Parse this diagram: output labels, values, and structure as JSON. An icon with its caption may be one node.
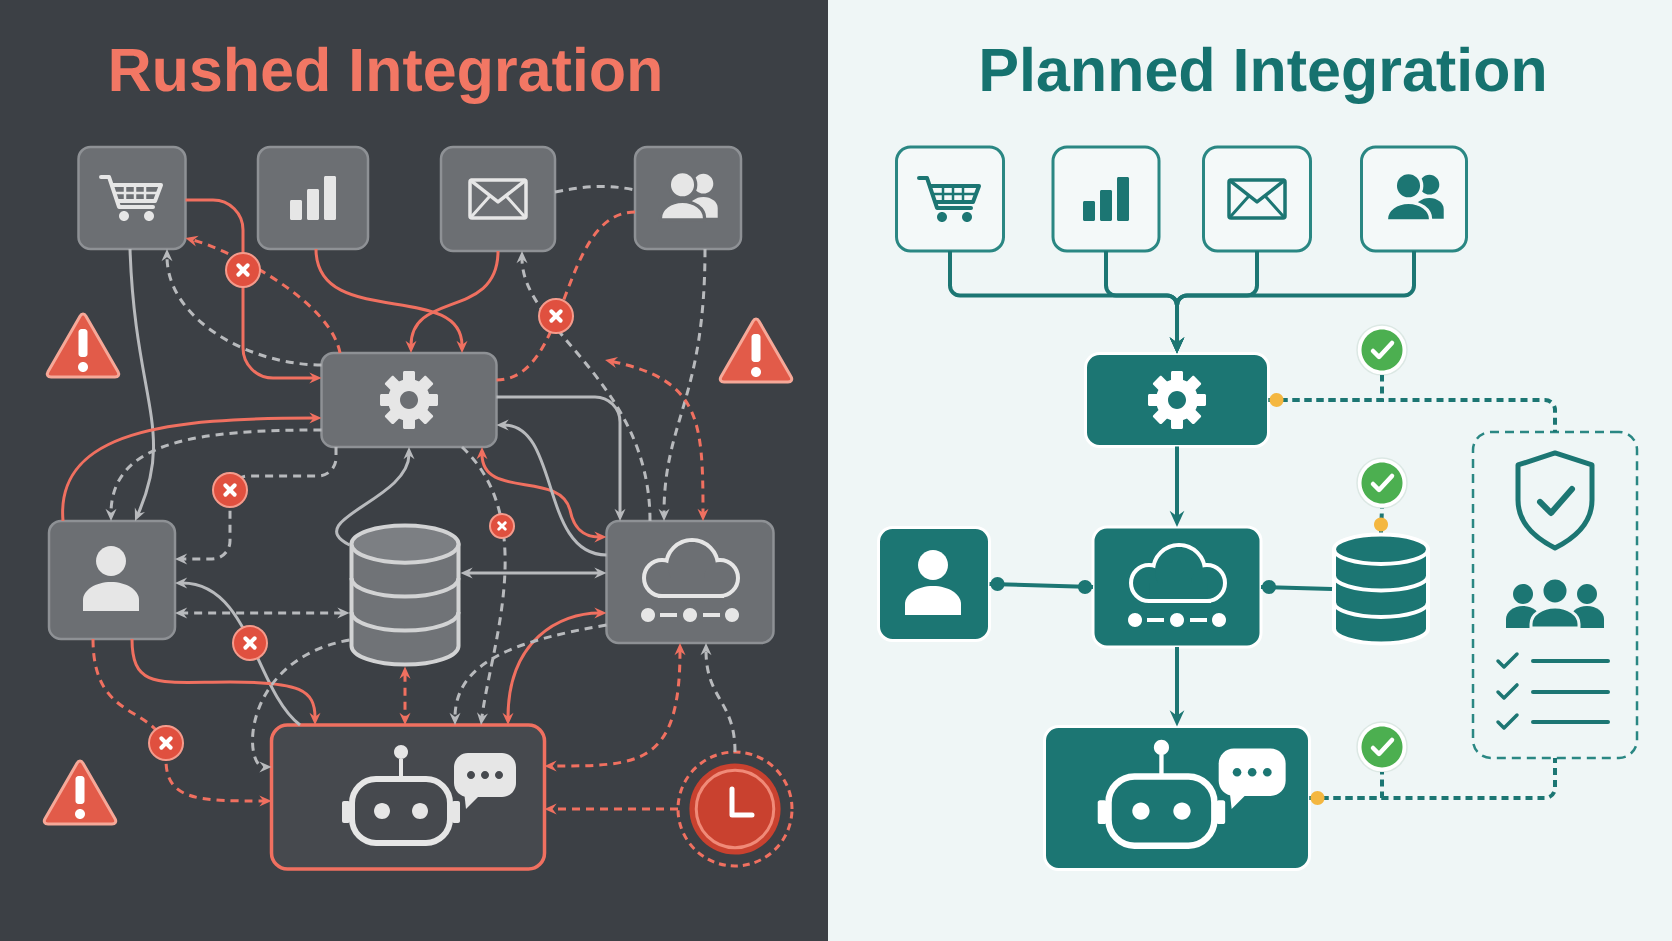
{
  "diagram": {
    "nodes": [
      {
        "text": [
          "Rushed Integration"
        ]
      },
      {
        "text": [],
        "shape": "box",
        "in": 0
      },
      {
        "text": [],
        "shape": "box",
        "in": 0
      },
      {
        "text": [],
        "shape": "box",
        "in": 0
      },
      {
        "text": [],
        "shape": "box",
        "in": 0
      },
      {
        "text": [],
        "shape": "box",
        "in": 0
      },
      {
        "text": [],
        "shape": "box",
        "in": 0
      },
      {
        "text": [],
        "shape": "cylinder",
        "in": 0
      },
      {
        "text": [],
        "shape": "box",
        "in": 0
      },
      {
        "text": [],
        "shape": "box",
        "in": 0
      },
      {
        "text": [],
        "shape": "circle",
        "in": 0
      },
      {
        "text": [
          "Planned Integration"
        ]
      },
      {
        "text": [],
        "shape": "box",
        "in": 11
      },
      {
        "text": [],
        "shape": "box",
        "in": 11
      },
      {
        "text": [],
        "shape": "box",
        "in": 11
      },
      {
        "text": [],
        "shape": "box",
        "in": 11
      },
      {
        "text": [],
        "shape": "circle",
        "in": 11
      },
      {
        "text": [],
        "shape": "box",
        "in": 11
      },
      {
        "text": [],
        "shape": "box",
        "in": 11
      },
      {
        "text": [],
        "shape": "circle",
        "in": 11
      },
      {
        "text": [],
        "shape": "box",
        "in": 11
      },
      {
        "text": [],
        "shape": "box",
        "in": 11
      },
      {
        "text": [],
        "shape": "cylinder",
        "in": 11
      },
      {
        "text": [],
        "shape": "circle",
        "in": 11
      },
      {
        "text": [],
        "shape": "box",
        "in": 11
      }
    ],
    "edges": [
      {
        "from": 1,
        "to": 5,
        "arrow": "to",
        "color": "#f07060"
      },
      {
        "from": 2,
        "to": 5,
        "arrow": "to",
        "color": "#f07060"
      },
      {
        "from": 3,
        "to": 5,
        "arrow": "to",
        "color": "#f07060"
      },
      {
        "from": 4,
        "to": 5,
        "arrow": "none",
        "style": "dashed",
        "color": "#f07060"
      },
      {
        "from": 1,
        "to": 6,
        "arrow": "to"
      },
      {
        "from": 5,
        "to": 6,
        "arrow": "to",
        "style": "dashed"
      },
      {
        "from": 6,
        "to": 5,
        "arrow": "to",
        "color": "#f07060"
      },
      {
        "from": 7,
        "to": 6,
        "arrow": "both",
        "style": "dashed"
      },
      {
        "from": 9,
        "to": 6,
        "arrow": "to"
      },
      {
        "from": 5,
        "to": 6,
        "arrow": "to",
        "style": "dashed"
      },
      {
        "from": 6,
        "to": 9,
        "arrow": "to",
        "style": "dashed",
        "color": "#f07060"
      },
      {
        "from": 6,
        "to": 9,
        "arrow": "to",
        "color": "#f07060"
      },
      {
        "from": 7,
        "to": 9,
        "arrow": "both",
        "style": "dashed",
        "color": "#f07060"
      },
      {
        "from": 8,
        "to": 9,
        "arrow": "both",
        "style": "dashed",
        "color": "#f07060"
      },
      {
        "from": 10,
        "to": 9,
        "arrow": "to",
        "style": "dashed",
        "color": "#f07060"
      },
      {
        "from": 10,
        "to": 8,
        "arrow": "to",
        "style": "dashed"
      },
      {
        "from": 5,
        "to": 8,
        "arrow": "to"
      },
      {
        "from": 7,
        "to": 8,
        "arrow": "both"
      },
      {
        "from": 5,
        "to": 8,
        "arrow": "both",
        "color": "#f07060"
      },
      {
        "from": 9,
        "to": 8,
        "arrow": "both",
        "color": "#f07060"
      },
      {
        "from": 8,
        "to": 5,
        "arrow": "to"
      },
      {
        "from": 7,
        "to": 5,
        "arrow": "to"
      },
      {
        "from": 4,
        "to": 8,
        "arrow": "to",
        "style": "dashed"
      },
      {
        "from": null,
        "to": 8,
        "arrow": "both",
        "style": "dashed",
        "color": "#f07060"
      },
      {
        "from": 5,
        "to": 1,
        "arrow": "to",
        "style": "dashed",
        "color": "#f07060"
      },
      {
        "from": 5,
        "to": 1,
        "arrow": "to",
        "style": "dashed"
      },
      {
        "from": 8,
        "to": 3,
        "arrow": "to",
        "style": "dashed"
      },
      {
        "from": 3,
        "to": 4,
        "arrow": "none",
        "style": "dashed"
      },
      {
        "from": 7,
        "to": 9,
        "arrow": "to",
        "style": "dashed"
      },
      {
        "from": 8,
        "to": 9,
        "arrow": "to",
        "style": "dashed"
      },
      {
        "from": 5,
        "to": 9,
        "arrow": "to",
        "style": "dashed"
      },
      {
        "from": 12,
        "to": 17,
        "arrow": "to",
        "color": "#1c7673"
      },
      {
        "from": 13,
        "to": 17,
        "arrow": "to",
        "color": "#1c7673"
      },
      {
        "from": 14,
        "to": 17,
        "arrow": "to",
        "color": "#1c7673"
      },
      {
        "from": 15,
        "to": 17,
        "arrow": "to",
        "color": "#1c7673"
      },
      {
        "from": 17,
        "to": 21,
        "arrow": "to",
        "color": "#1c7673"
      },
      {
        "from": 21,
        "to": 24,
        "arrow": "to",
        "color": "#1c7673"
      },
      {
        "from": 20,
        "to": 21,
        "arrow": "other",
        "color": "#1c7673"
      },
      {
        "from": 21,
        "to": 22,
        "arrow": "other",
        "color": "#1c7673"
      },
      {
        "from": 17,
        "to": 16,
        "arrow": "other",
        "style": "dashed",
        "color": "#1c7673"
      },
      {
        "from": 17,
        "to": 18,
        "arrow": "other",
        "style": "dashed",
        "color": "#1c7673"
      },
      {
        "from": 22,
        "to": 19,
        "arrow": "other",
        "style": "dashed",
        "color": "#1c7673"
      },
      {
        "from": 24,
        "to": 23,
        "arrow": "other",
        "style": "dashed",
        "color": "#1c7673"
      },
      {
        "from": 24,
        "to": 18,
        "arrow": "other",
        "style": "dashed",
        "color": "#1c7673"
      }
    ]
  }
}
